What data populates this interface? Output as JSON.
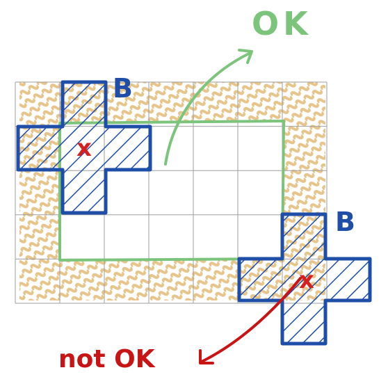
{
  "colors": {
    "grid": "#9e9e9e",
    "hatch_border": "#e6c48a",
    "allowed_region": "#7cc47c",
    "shape": "#1f4ea8",
    "marker": "#d42020",
    "ok_text": "#7cc47c",
    "not_ok_text": "#c81414"
  },
  "grid": {
    "columns": 7,
    "rows": 5
  },
  "labels": {
    "ok": "OK",
    "not_ok": "not OK",
    "shape_b_top": "B",
    "shape_b_bottom": "B",
    "cross_mark": "x"
  },
  "shapes": [
    {
      "name": "plus-shape-inside",
      "label": "B",
      "status": "ok"
    },
    {
      "name": "plus-shape-outside",
      "label": "B",
      "status": "not ok"
    }
  ]
}
